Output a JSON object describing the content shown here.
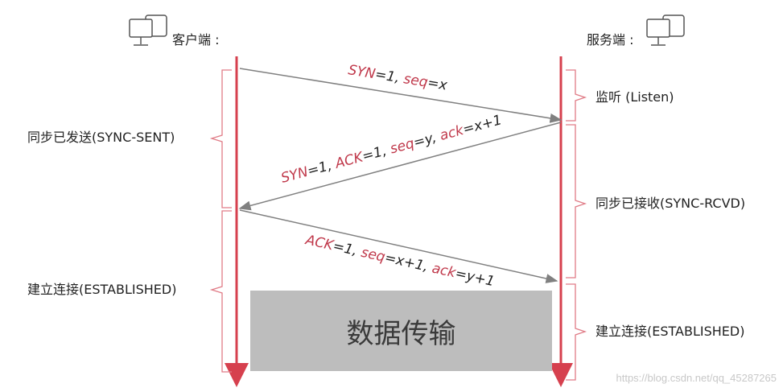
{
  "client": {
    "label": "客户端 :"
  },
  "server": {
    "label": "服务端 :"
  },
  "colors": {
    "timeline": "#d6404e",
    "bracket": "#e07b86",
    "arrow": "#808080",
    "highlight": "#c0394b",
    "box": "#bdbdbd"
  },
  "messages": [
    {
      "segments": [
        {
          "t": "SYN",
          "hl": true
        },
        {
          "t": "=1, ",
          "hl": false
        },
        {
          "t": "seq",
          "hl": true
        },
        {
          "t": "=x",
          "hl": false
        }
      ]
    },
    {
      "segments": [
        {
          "t": "SYN",
          "hl": true
        },
        {
          "t": "=1, ",
          "hl": false
        },
        {
          "t": "ACK",
          "hl": true
        },
        {
          "t": "=1, ",
          "hl": false
        },
        {
          "t": "seq",
          "hl": true
        },
        {
          "t": "=y, ",
          "hl": false
        },
        {
          "t": "ack",
          "hl": true
        },
        {
          "t": "=x+1",
          "hl": false
        }
      ]
    },
    {
      "segments": [
        {
          "t": "ACK",
          "hl": true
        },
        {
          "t": "=1, ",
          "hl": false
        },
        {
          "t": "seq",
          "hl": true
        },
        {
          "t": "=x+1, ",
          "hl": false
        },
        {
          "t": "ack",
          "hl": true
        },
        {
          "t": "=y+1",
          "hl": false
        }
      ]
    }
  ],
  "client_states": [
    "同步已发送(SYNC-SENT)",
    "建立连接(ESTABLISHED)"
  ],
  "server_states": [
    "监听 (Listen)",
    "同步已接收(SYNC-RCVD)",
    "建立连接(ESTABLISHED)"
  ],
  "transfer": {
    "label": "数据传输"
  },
  "watermark": "https://blog.csdn.net/qq_45287265"
}
